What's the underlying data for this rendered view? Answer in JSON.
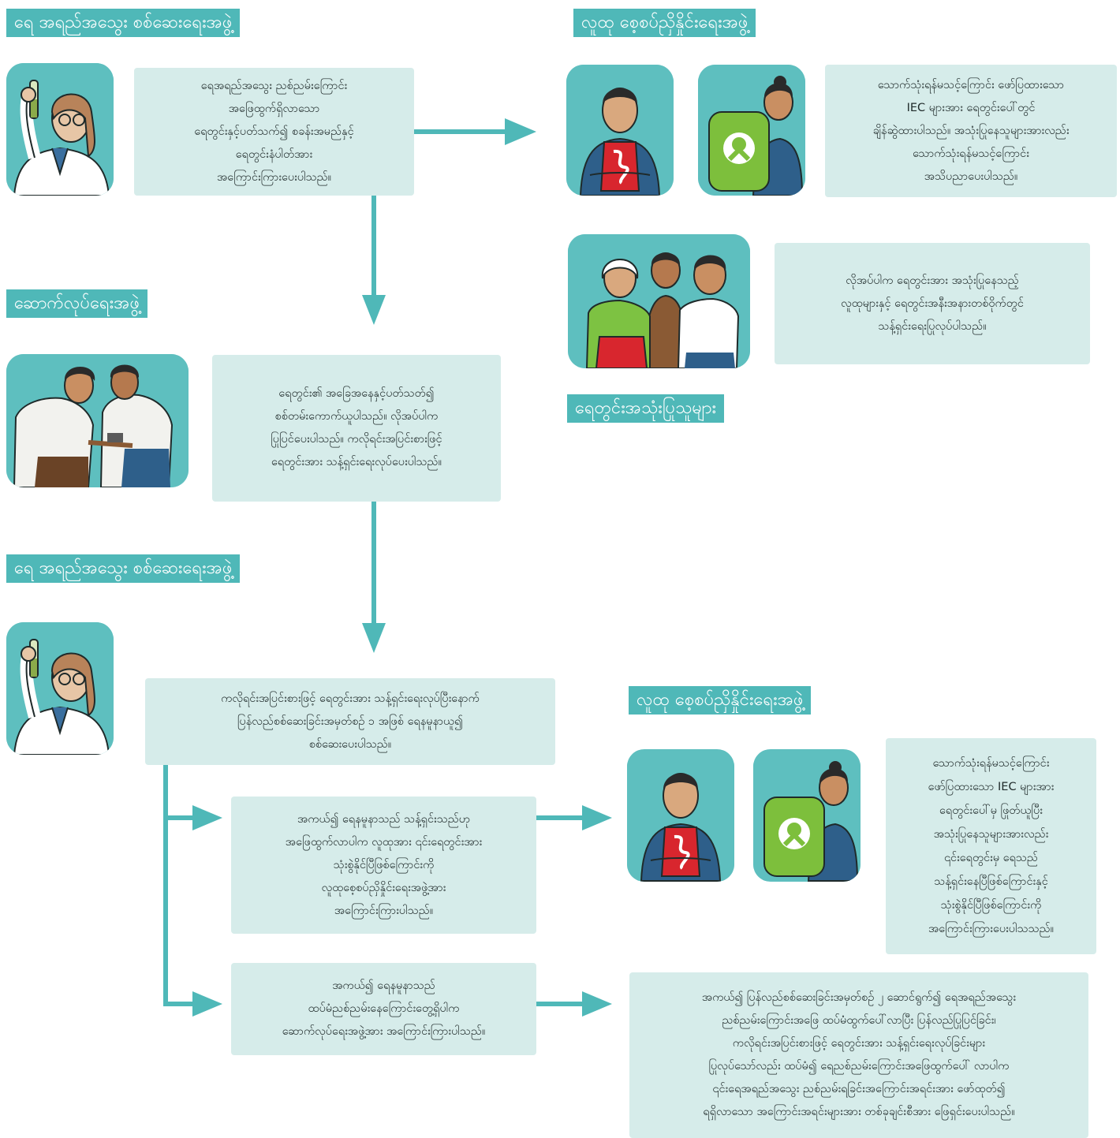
{
  "colors": {
    "accent": "#4fb8b8",
    "box": "#d6ecea",
    "picture_bg": "#5ebfbf"
  },
  "labels": {
    "water_quality_team_1": "ရေ အရည်အသွေး စစ်ဆေးရေးအဖွဲ့",
    "community_team_1": "လူထု စေ့စပ်ညှိနှိုင်းရေးအဖွဲ့",
    "construction_team": "ဆောက်လုပ်ရေးအဖွဲ့",
    "water_users": "ရေတွင်းအသုံးပြုသူများ",
    "water_quality_team_2": "ရေ အရည်အသွေး စစ်ဆေးရေးအဖွဲ့",
    "community_team_2": "လူထု စေ့စပ်ညှိနှိုင်းရေးအဖွဲ့"
  },
  "boxes": {
    "initial_test": "ရေအရည်အသွေး ညစ်ညမ်းကြောင်း\nအဖြေထွက်ရှိလာသော\nရေတွင်းနှင့်ပတ်သက်၍ စခန်းအမည်နှင့်\nရေတွင်းနံပါတ်အား\nအကြောင်းကြားပေးပါသည်။",
    "community_notice": "သောက်သုံးရန်မသင့်ကြောင်း ဖော်ပြထားသော\nIEC များအား ရေတွင်းပေါ်တွင်\nချိန်ဆွဲထားပါသည်။ အသုံးပြုနေသူများအားလည်း\nသောက်သုံးရန်မသင့်ကြောင်း\nအသိပညာပေးပါသည်။",
    "user_cleaning": "လိုအပ်ပါက ရေတွင်းအား အသုံးပြုနေသည့်\nလူထုများနှင့် ရေတွင်းအနီးအနားတစ်ဝိုက်တွင်\nသန့်ရှင်းရေးပြုလုပ်ပါသည်။",
    "construction_check": "ရေတွင်း၏ အခြေအနေနှင့်ပတ်သတ်၍\nစစ်တမ်းကောက်ယူပါသည်။ လိုအပ်ပါက\nပြုပြင်ပေးပါသည်။ ကလိုရင်းအပြင်းစားဖြင့်\nရေတွင်းအား သန့်ရှင်းရေးလုပ်ပေးပါသည်။",
    "retest": "ကလိုရင်းအပြင်းစားဖြင့် ရေတွင်းအား သန့်ရှင်းရေးလုပ်ပြီးနောက်\nပြန်လည်စစ်ဆေးခြင်းအမှတ်စဉ် ၁ အဖြစ် ရေနမူနာယူ၍\nစစ်ဆေးပေးပါသည်။",
    "clean_result": "အကယ်၍ ရေနမူနာသည် သန့်ရှင်းသည်ဟု\nအဖြေထွက်လာပါက လူထုအား ၎င်းရေတွင်းအား\nသုံးစွဲနိုင်ပြီဖြစ်ကြောင်းကို\nလူထုစေ့စပ်ညှိနှိုင်းရေးအဖွဲ့အား\nအကြောင်းကြားပါသည်။",
    "community_clean_notice": "သောက်သုံးရန်မသင့်ကြောင်း\nဖော်ပြထားသော IEC များအား\nရေတွင်းပေါ်မှ ဖြုတ်ယူပြီး\nအသုံးပြုနေသူများအားလည်း\n၎င်းရေတွင်းမှ ရေသည်\nသန့်ရှင်းနေပြီဖြစ်ကြောင်းနှင့်\nသုံးစွဲနိုင်ပြီဖြစ်ကြောင်းကို\nအကြောင်းကြားပေးပါသသည်။",
    "contaminated_result": "အကယ်၍ ရေနမူနာသည်\nထပ်မံညစ်ညမ်းနေကြောင်းတွေ့ရှိပါက\nဆောက်လုပ်ရေးအဖွဲ့အား အကြောင်းကြားပါသည်။",
    "second_retest": "အကယ်၍ ပြန်လည်စစ်ဆေးခြင်းအမှတ်စဉ် ၂ ဆောင်ရွက်၍ ရေအရည်အသွေး\nညစ်ညမ်းကြောင်းအဖြေ ထပ်မံထွက်ပေါ်လာပြီး ပြန်လည်ပြုပြင်ခြင်း၊\nကလိုရင်းအပြင်းစားဖြင့် ရေတွင်းအား သန့်ရှင်းရေးလုပ်ခြင်းများ\nပြုလုပ်သော်လည်း ထပ်မံ၍ ရေညစ်ညမ်းကြောင်းအဖြေထွက်ပေါ် လာပါက\n၎င်းရေအရည်အသွေး ညစ်ညမ်းရခြင်းအကြောင်းအရင်းအား ဖော်ထုတ်၍\nရရှိလာသော အကြောင်းအရင်းများအား တစ်ခုချင်းစီအား ဖြေရှင်းပေးပါသည်။"
  },
  "icons": [
    "scientist-icon",
    "man-icon",
    "woman-backpack-icon",
    "villagers-icon",
    "workers-icon"
  ]
}
